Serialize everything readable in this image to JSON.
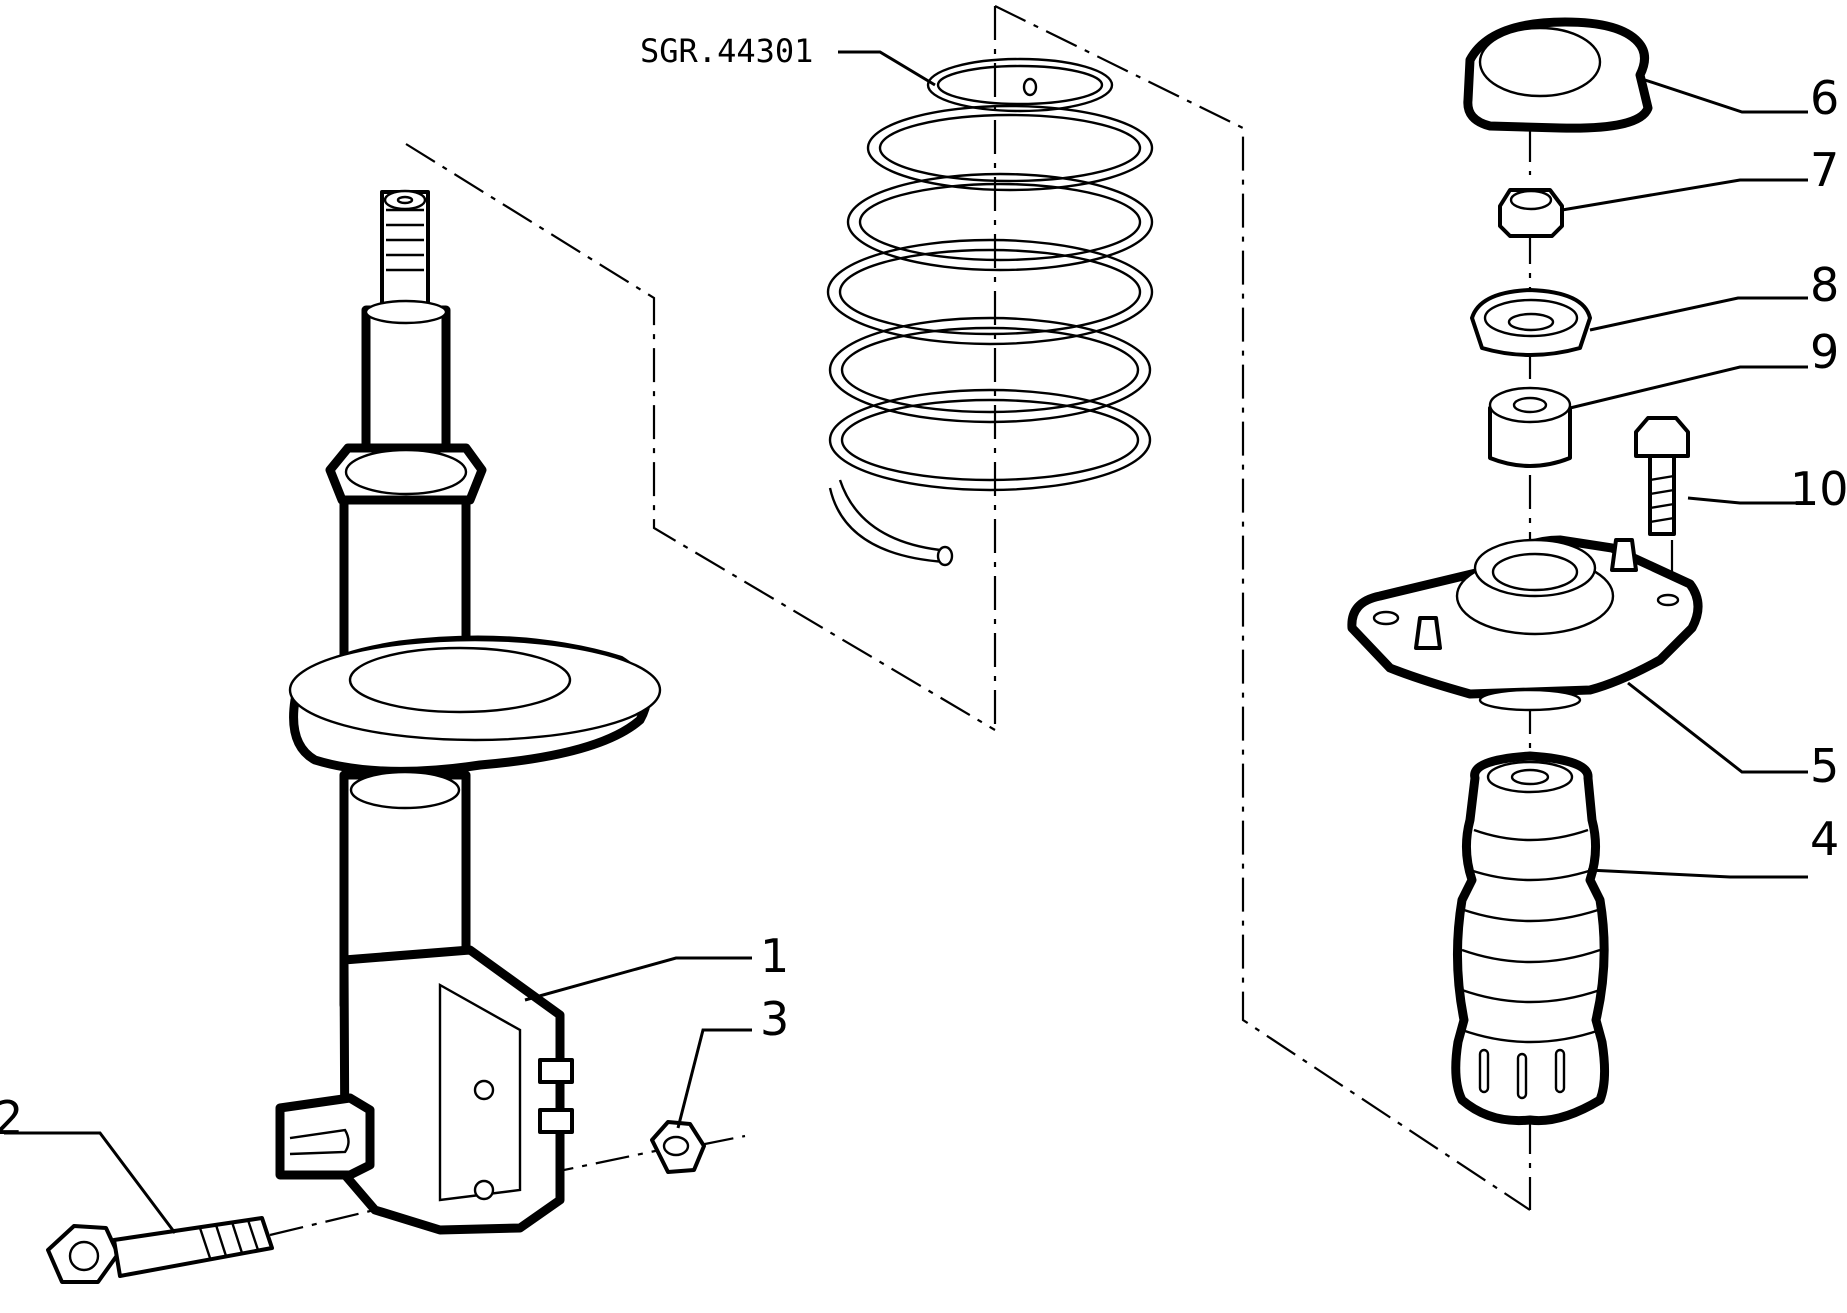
{
  "drawing_code": "SGR.44301",
  "callouts": [
    {
      "id": 1,
      "label": "1"
    },
    {
      "id": 2,
      "label": "2"
    },
    {
      "id": 3,
      "label": "3"
    },
    {
      "id": 4,
      "label": "4"
    },
    {
      "id": 5,
      "label": "5"
    },
    {
      "id": 6,
      "label": "6"
    },
    {
      "id": 7,
      "label": "7"
    },
    {
      "id": 8,
      "label": "8"
    },
    {
      "id": 9,
      "label": "9"
    },
    {
      "id": 10,
      "label": "10"
    }
  ]
}
